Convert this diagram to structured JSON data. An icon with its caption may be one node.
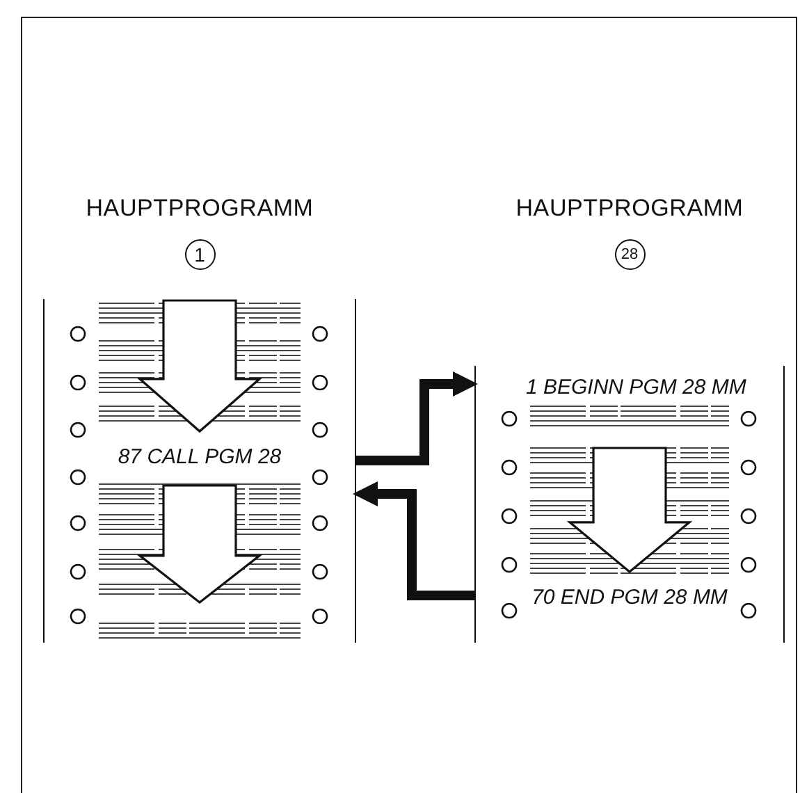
{
  "diagram": {
    "nodes": [
      {
        "text": [
          "HAUPTPROGRAMM",
          "1"
        ]
      },
      {
        "text": [
          "87 CALL PGM 28"
        ],
        "in": 0
      },
      {
        "text": [
          "HAUPTPROGRAMM",
          "28"
        ]
      },
      {
        "text": [
          "1 BEGINN PGM 28 MM"
        ],
        "in": 2
      },
      {
        "text": [
          "70 END PGM 28 MM"
        ],
        "in": 2
      }
    ],
    "edges": [
      {
        "from": 0,
        "to": 2,
        "arrow": "to"
      },
      {
        "from": 2,
        "to": 0,
        "arrow": "to"
      }
    ]
  }
}
